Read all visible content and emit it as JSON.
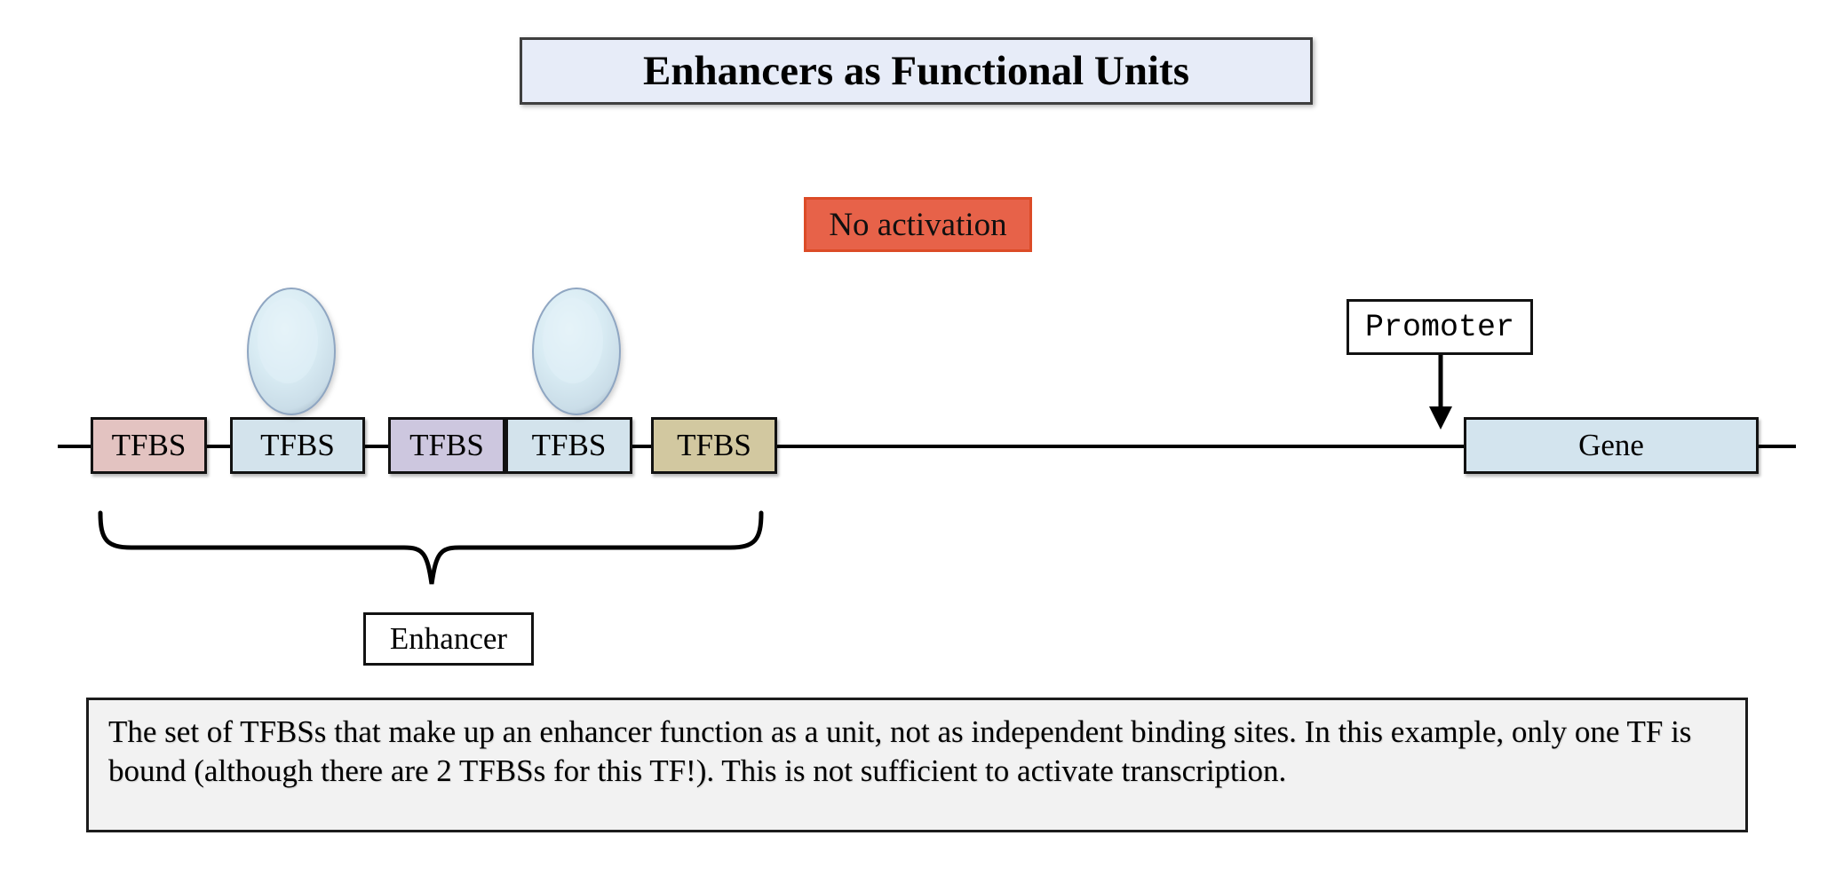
{
  "title": "Enhancers as Functional Units",
  "status": {
    "label": "No activation"
  },
  "tfbs_boxes": [
    {
      "label": "TFBS",
      "color": "#E3C3C1",
      "tf_bound": false
    },
    {
      "label": "TFBS",
      "color": "#D3E3EC",
      "tf_bound": true
    },
    {
      "label": "TFBS",
      "color": "#CDC7DF",
      "tf_bound": false
    },
    {
      "label": "TFBS",
      "color": "#D3E3EC",
      "tf_bound": true
    },
    {
      "label": "TFBS",
      "color": "#D2C8A0",
      "tf_bound": false
    }
  ],
  "promoter": {
    "label": "Promoter"
  },
  "gene": {
    "label": "Gene",
    "color": "#D3E4EE"
  },
  "enhancer": {
    "label": "Enhancer"
  },
  "caption": "The set of TFBSs that make up an enhancer function as a unit, not as independent binding sites. In this example, only one TF is bound (although there are 2 TFBSs for this TF!). This is not sufficient to activate transcription.",
  "colors": {
    "title_fill": "#E7ECF8",
    "status_fill": "#E76249",
    "status_border": "#DC4B27",
    "line": "#000000",
    "caption_fill": "#F2F2F2",
    "tf_protein_fill": "#D8EBF3"
  }
}
